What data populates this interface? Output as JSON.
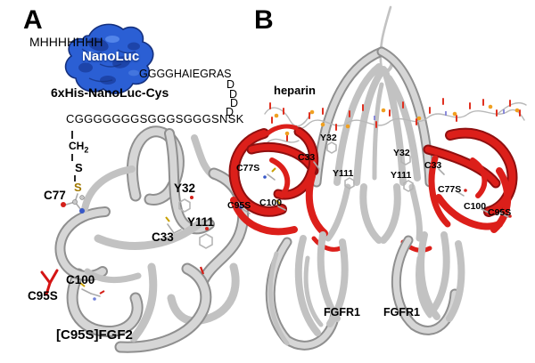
{
  "colors": {
    "nanoluc_blue": "#2b5fd4",
    "nanoluc_dark": "#14307e",
    "fgf2_red": "#dc1f1a",
    "ribbon_gray": "#d6d6d6",
    "sulfur_gold": "#a07800",
    "heparin_oxygen_red": "#e03020",
    "heparin_sulfur_orange": "#f0a020"
  },
  "panel_a": {
    "label": "A",
    "his_tag": "MHHHHHHH",
    "nanoluc_label": "NanoLuc",
    "construct_label": "6xHis-NanoLuc-Cys",
    "linker_top": "GGGGHAIEGRAS",
    "linker_d": [
      "D",
      "D",
      "D",
      "D"
    ],
    "linker_bottom": "CGGGGGGGSGGGSGGGSNSK",
    "ch2": {
      "main": "CH",
      "sub": "2"
    },
    "sulfur_top": "S",
    "sulfur_bottom": "S",
    "residues": {
      "c77": "C77",
      "y32": "Y32",
      "c33": "C33",
      "y111": "Y111",
      "c100": "C100",
      "c95s": "C95S"
    },
    "protein_label": "[C95S]FGF2"
  },
  "panel_b": {
    "label": "B",
    "heparin_label": "heparin",
    "fgf2_left_residues": {
      "y32": "Y32",
      "c33": "C33",
      "y111": "Y111",
      "c77s": "C77S",
      "c95s": "C95S",
      "c100": "C100"
    },
    "fgf2_right_residues": {
      "y32": "Y32",
      "c33": "C33",
      "y111": "Y111",
      "c77s": "C77S",
      "c100": "C100",
      "c95s": "C95S"
    },
    "fgfr1_left_label": "FGFR1",
    "fgfr1_right_label": "FGFR1"
  }
}
